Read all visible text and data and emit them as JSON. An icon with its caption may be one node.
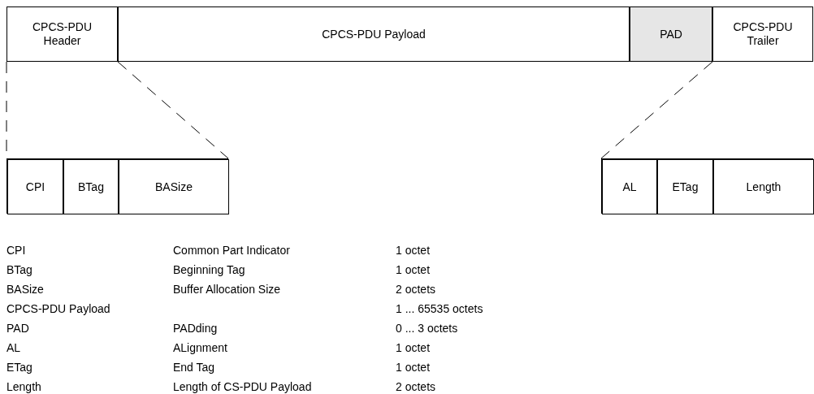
{
  "diagram": {
    "nodes": [
      {
        "text": [
          "CPCS-PDU Header"
        ]
      },
      {
        "text": [
          "CPCS-PDU Payload"
        ]
      },
      {
        "text": [
          "PAD"
        ]
      },
      {
        "text": [
          "CPCS-PDU Trailer"
        ]
      },
      {
        "text": [],
        "shape": "box"
      },
      {
        "text": [
          "CPI"
        ],
        "in": 4
      },
      {
        "text": [
          "BTag"
        ],
        "in": 4
      },
      {
        "text": [
          "BASize"
        ],
        "in": 4
      },
      {
        "text": [],
        "shape": "box"
      },
      {
        "text": [
          "AL"
        ],
        "in": 8
      },
      {
        "text": [
          "ETag"
        ],
        "in": 8
      },
      {
        "text": [
          "Length"
        ],
        "in": 8
      }
    ],
    "edges": [
      {
        "from": 0,
        "to": 4,
        "arrow": "none",
        "style": "dashed"
      },
      {
        "from": 0,
        "to": 4,
        "arrow": "none",
        "style": "dashed"
      },
      {
        "from": 3,
        "to": 8,
        "arrow": "none",
        "style": "dashed"
      }
    ],
    "labels": [
      "CPI",
      "Common Part Indicator",
      "1 octet",
      "BTag",
      "Beginning Tag",
      "1 octet",
      "BASize",
      "Buffer Allocation Size",
      "2 octets",
      "CPCS-PDU Payload",
      "1 ... 65535 octets",
      "PAD",
      "PADding",
      "0 ... 3 octets",
      "AL",
      "ALignment",
      "1 octet",
      "ETag",
      "End Tag",
      "1 octet",
      "Length",
      "Length of CS-PDU Payload",
      "2 octets"
    ]
  }
}
